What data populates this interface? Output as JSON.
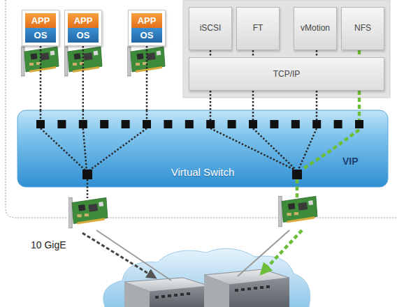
{
  "diagram": {
    "nodes": [
      {
        "text": [
          "APP",
          "OS"
        ]
      },
      {
        "text": [
          "APP",
          "OS"
        ]
      },
      {
        "text": [
          "APP",
          "OS"
        ]
      },
      {
        "text": [
          "iSCSI"
        ]
      },
      {
        "text": [
          "FT"
        ]
      },
      {
        "text": [
          "vMotion"
        ]
      },
      {
        "text": [
          "NFS"
        ]
      },
      {
        "text": [
          "TCP/IP"
        ]
      },
      {
        "text": [
          "Virtual Switch"
        ]
      }
    ],
    "edges": [
      {
        "from": 0,
        "to": 8,
        "arrow": "none"
      },
      {
        "from": 1,
        "to": 8,
        "arrow": "none"
      },
      {
        "from": 2,
        "to": 8,
        "arrow": "none"
      },
      {
        "from": 3,
        "to": 7,
        "arrow": "none"
      },
      {
        "from": 4,
        "to": 7,
        "arrow": "none"
      },
      {
        "from": 5,
        "to": 7,
        "arrow": "none"
      },
      {
        "from": 6,
        "to": 7,
        "arrow": "none"
      }
    ],
    "labels": [
      "VIP",
      "10 GigE"
    ]
  }
}
